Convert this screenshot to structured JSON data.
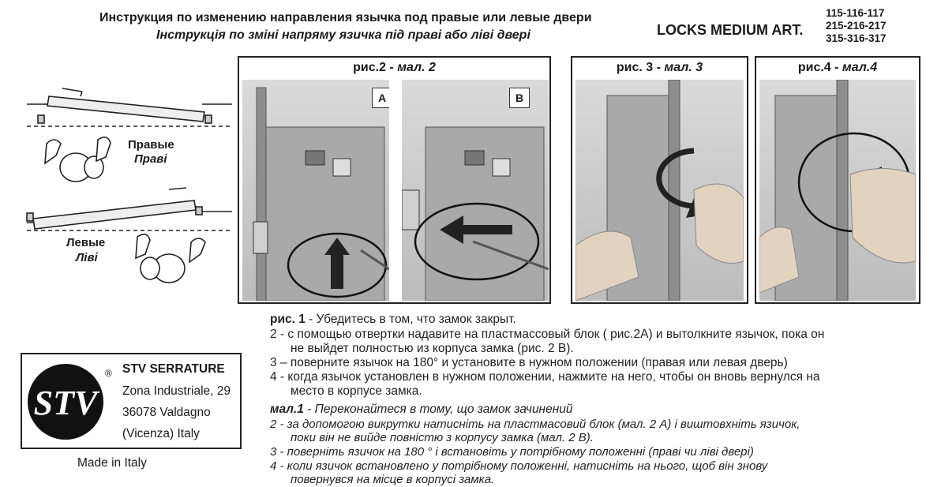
{
  "header": {
    "title_ru": "Инструкция по изменению направления язычка под правые или левые двери",
    "title_ua": "Інструкція по зміні напряму язичка під праві або ліві двері",
    "brand": "LOCKS MEDIUM ART.",
    "codes": [
      "115-116-117",
      "215-216-217",
      "315-316-317"
    ]
  },
  "doors": {
    "right_ru": "Правые",
    "right_ua": "Праві",
    "left_ru": "Левые",
    "left_ua": "Ліві"
  },
  "panels": {
    "fig2": {
      "ru": "рис.2 -",
      "ua": "мал. 2",
      "tag_a": "A",
      "tag_b": "B"
    },
    "fig3": {
      "ru": "рис. 3 -",
      "ua": "мал. 3"
    },
    "fig4": {
      "ru": "рис.4 -",
      "ua": "мал.4"
    }
  },
  "instructions_ru": {
    "l1_label": "рис. 1",
    "l1_text": " - Убедитесь в том, что замок закрыт.",
    "l2": "2 - с помощью отвертки надавите на пластмассовый блок ( рис.2А) и вытолкните язычок, пока он",
    "l2b": "не выйдет полностью из корпуса замка (рис. 2 В).",
    "l3": "3 – поверните язычок  на 180° и установите в нужном положении (правая или левая дверь)",
    "l4": "4 - когда язычок  установлен в нужном положении, нажмите на него, чтобы он вновь вернулся на",
    "l4b": "место в корпусе замка."
  },
  "instructions_ua": {
    "l1_label": "мал.1",
    "l1_text": " - Переконайтеся в тому, що замок зачинений",
    "l2": "2 - за допомогою викрутки натисніть на пластмасовий блок (мал. 2 А) і виштовхніть язичок,",
    "l2b": "поки він не вийде повністю з корпусу замка (мал. 2 В).",
    "l3": "3 - поверніть язичок  на 180 ° і встановіть у потрібному положенні (праві  чи ліві двері)",
    "l4": "4 - коли язичок  встановлено у потрібному положенні, натисніть на нього, щоб він знову",
    "l4b": "повернувся на місце в корпусі замка."
  },
  "company": {
    "logo_text": "STV",
    "registered": "®",
    "name": "STV SERRATURE",
    "address1": "Zona Industriale, 29",
    "address2": "36078 Valdagno",
    "address3": "(Vicenza) Italy",
    "made_in": "Made in Italy"
  }
}
